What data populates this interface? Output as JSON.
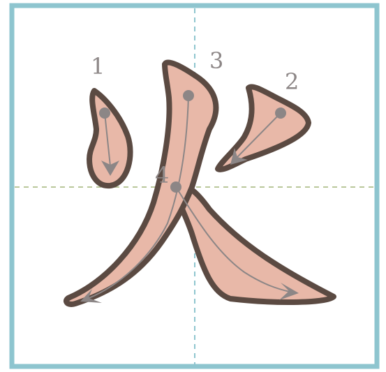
{
  "character": {
    "glyph": "火",
    "strokes": [
      {
        "order": "1",
        "label": "1"
      },
      {
        "order": "2",
        "label": "2"
      },
      {
        "order": "3",
        "label": "3"
      },
      {
        "order": "4",
        "label": "4"
      }
    ]
  },
  "colors": {
    "frame": "#8ec5cf",
    "vertical_guide": "#8ec5cf",
    "horizontal_guide": "#b9c79a",
    "stroke_fill": "#e8b8a8",
    "stroke_outline": "#5b4a42",
    "direction_marks": "#8c8686"
  }
}
